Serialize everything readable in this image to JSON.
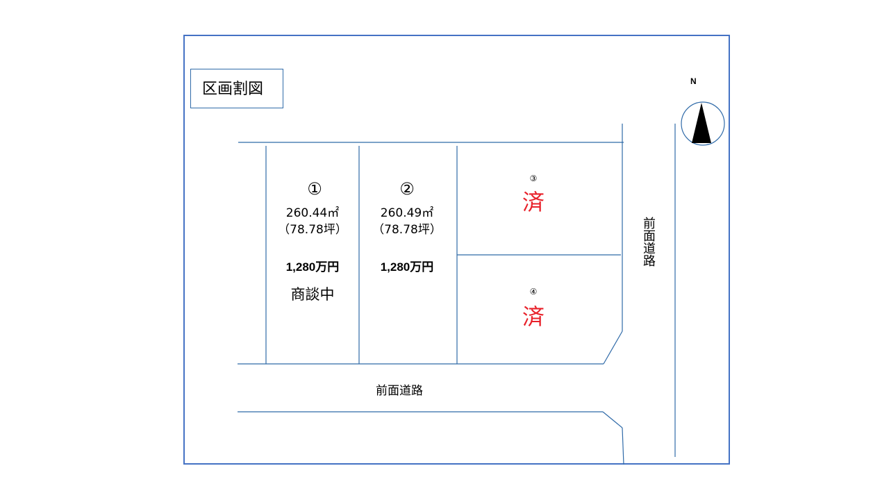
{
  "title": "区画割図",
  "compass": {
    "label": "N"
  },
  "lots": [
    {
      "number": "①",
      "area": "260.44㎡",
      "tsubo": "（78.78坪）",
      "price": "1,280万円",
      "status": "商談中"
    },
    {
      "number": "②",
      "area": "260.49㎡",
      "tsubo": "（78.78坪）",
      "price": "1,280万円"
    },
    {
      "number": "③",
      "status": "済"
    },
    {
      "number": "④",
      "status": "済"
    }
  ],
  "roads": {
    "south": "前面道路",
    "east": "前面道路"
  },
  "colors": {
    "line": "#2f6aa8",
    "sold": "#e8212a",
    "text": "#000000"
  }
}
